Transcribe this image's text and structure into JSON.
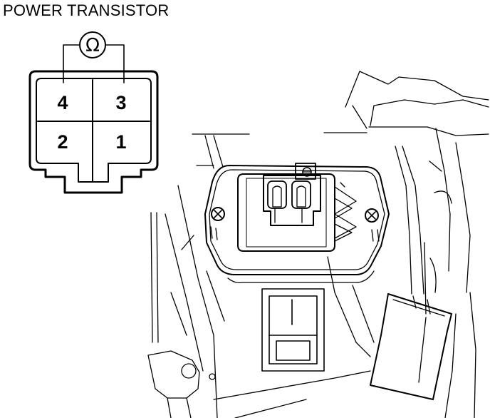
{
  "title": "POWER TRANSISTOR",
  "meter": {
    "symbol": "Ω",
    "icon": "ohmmeter-icon"
  },
  "connector": {
    "terminals": [
      {
        "name": "terminal-4",
        "label": "4"
      },
      {
        "name": "terminal-3",
        "label": "3"
      },
      {
        "name": "terminal-2",
        "label": "2"
      },
      {
        "name": "terminal-1",
        "label": "1"
      }
    ]
  },
  "colors": {
    "line": "#000000",
    "background": "#ffffff"
  }
}
